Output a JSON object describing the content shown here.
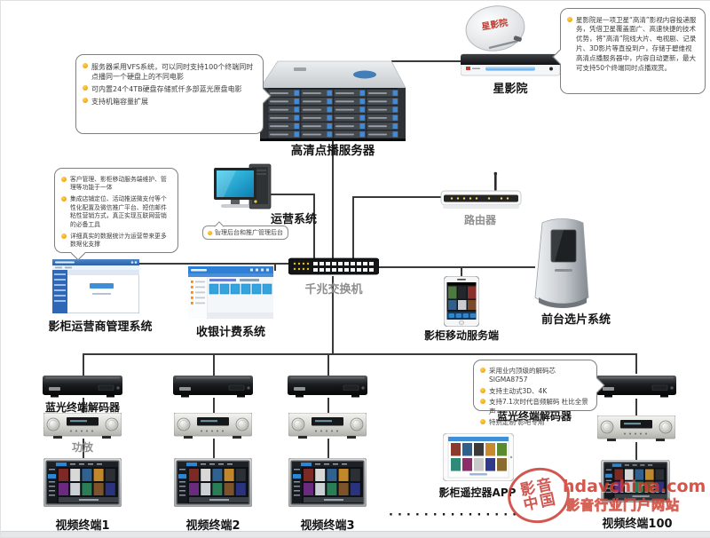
{
  "callouts": {
    "server": {
      "items": [
        "服务器采用VFS系统，可以同时支持100个终端同时点播同一个硬盘上的不同电影",
        "可内置24个4TB硬盘存储贰仟多部蓝光原盘电影",
        "支持机箱容量扩展"
      ]
    },
    "satellite": {
      "items": [
        "星影院是一项卫星“高清”影视内容投递服务，凭借卫星覆盖面广、高速快捷的技术优势，将“高清”院线大片、电视剧、记录片、3D影片等直投到户，存储于碧维视高清点播服务器中，内容自动更新，最大可支持50个终端同时点播观赏。"
      ]
    },
    "ops": {
      "items": [
        "客户管理、影柜移动服务端维护、管理等功能于一体",
        "集成店铺定位、活动推送微支付等个性化配置及微信推广平台、短信邮件粘性营销方式，真正实现互联网营销的必备工具",
        "详细真实的数据统计为运营带来更多数据化支撑"
      ]
    },
    "decoder": {
      "items": [
        "采用业内顶级的解码芯SIGMA8757",
        "支持主动式3D、4K",
        "支持7.1次时代音频解码 杜比全景声",
        "特别定制 影吧专用"
      ]
    }
  },
  "nodes": {
    "server": {
      "label": "高清点播服务器"
    },
    "satellite": {
      "label": "星影院",
      "dish_text": "星影院"
    },
    "ops": {
      "label": "运营系统",
      "note": "管理后台和推广管理后台"
    },
    "router": {
      "label": "路由器"
    },
    "switch": {
      "label": "千兆交换机"
    },
    "kiosk": {
      "label": "前台选片系统"
    },
    "cabinet_mgmt": {
      "label": "影柜运营商管理系统"
    },
    "billing": {
      "label": "收银计费系统"
    },
    "mobile": {
      "label": "影柜移动服务端"
    },
    "decoder_left": {
      "label": "蓝光终端解码器"
    },
    "decoder_right": {
      "label": "蓝光终端解码器"
    },
    "amp": {
      "label": "功放"
    },
    "remote_app": {
      "label": "影柜遥控器APP"
    },
    "terminals": [
      {
        "label": "视频终端1"
      },
      {
        "label": "视频终端2"
      },
      {
        "label": "视频终端3"
      },
      {
        "label": "视频终端100"
      }
    ],
    "ellipsis": "···············"
  },
  "watermark": {
    "stamp_top": "影音",
    "stamp_bottom": "中国",
    "site": "hdavchina.com",
    "tagline": "影音行业门户网站"
  }
}
